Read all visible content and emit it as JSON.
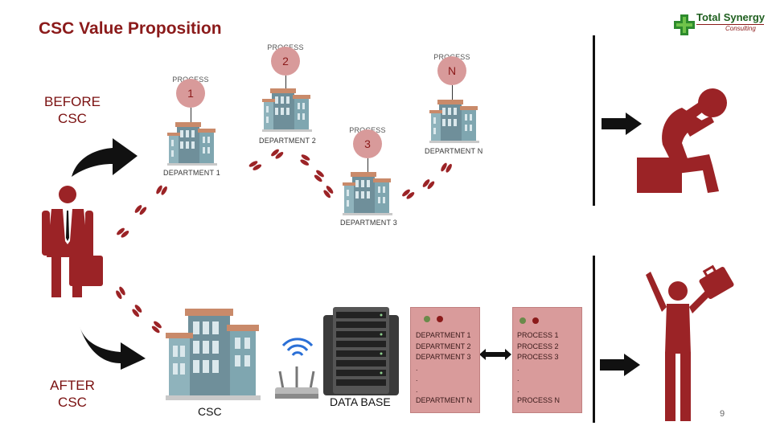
{
  "title": "CSC Value Proposition",
  "logo": {
    "main": "Total Synergy",
    "sub": "Consulting"
  },
  "before_label": [
    "BEFORE",
    "CSC"
  ],
  "after_label": [
    "AFTER",
    "CSC"
  ],
  "processes": [
    {
      "label": "PROCESS",
      "number": "1"
    },
    {
      "label": "PROCESS",
      "number": "2"
    },
    {
      "label": "PROCESS",
      "number": "3"
    },
    {
      "label": "PROCESS",
      "number": "N"
    }
  ],
  "departments": [
    "DEPARTMENT 1",
    "DEPARTMENT 2",
    "DEPARTMENT 3",
    "DEPARTMENT N"
  ],
  "csc_label": "CSC",
  "database_label": "DATA BASE",
  "dept_box": [
    "DEPARTMENT 1",
    "DEPARTMENT 2",
    "DEPARTMENT 3",
    ".",
    ".",
    ".",
    "DEPARTMENT N"
  ],
  "process_box": [
    "PROCESS 1",
    "PROCESS 2",
    "PROCESS 3",
    ".",
    ".",
    ".",
    "PROCESS N"
  ],
  "page_number": "9",
  "colors": {
    "accent": "#8b1a1a",
    "figure": "#9b2326",
    "box": "#d99b9b",
    "circle": "#d89a9a"
  }
}
